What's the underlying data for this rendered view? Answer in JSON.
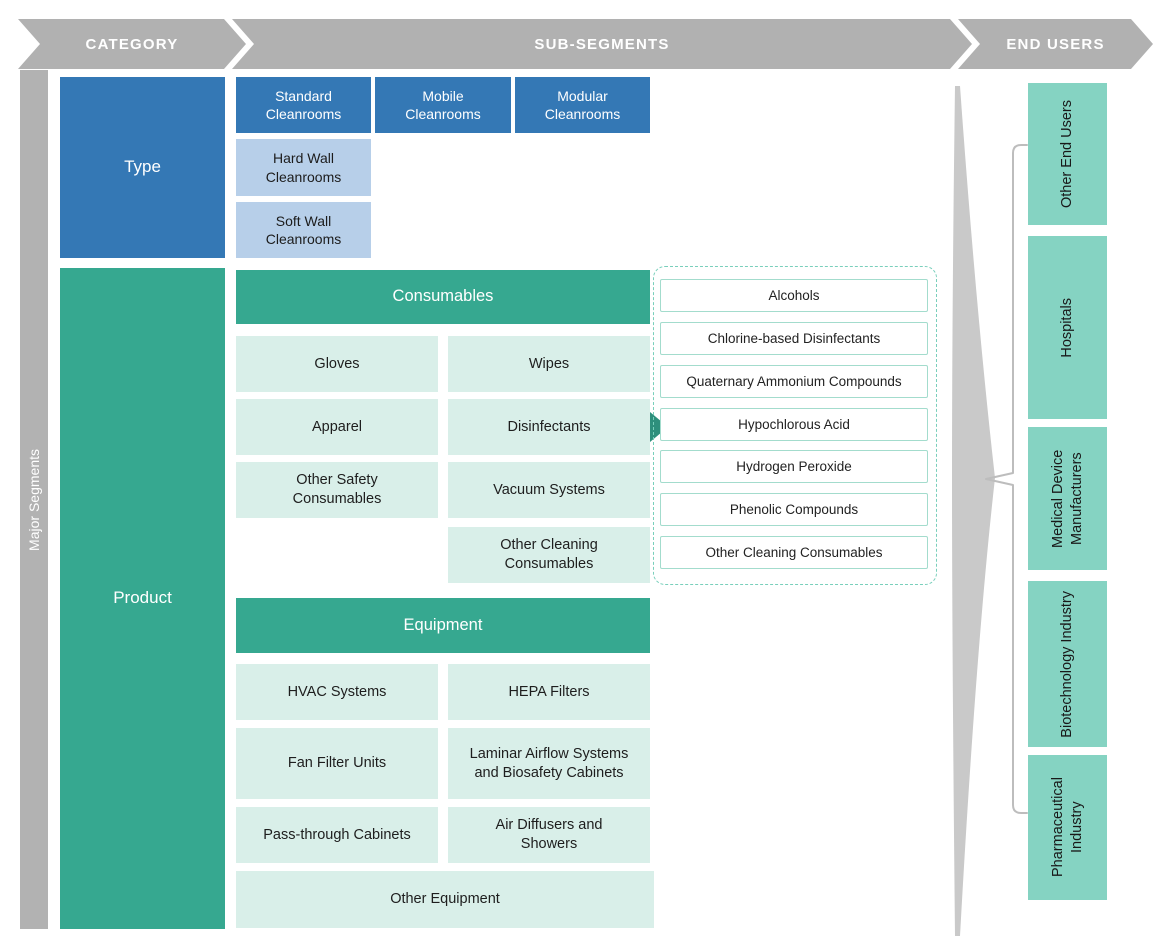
{
  "header": {
    "category": "CATEGORY",
    "sub_segments": "SUB-SEGMENTS",
    "end_users": "END USERS"
  },
  "left_rail": {
    "label": "Major Segments"
  },
  "categories": {
    "type": "Type",
    "product": "Product"
  },
  "type_segments": {
    "primary": [
      "Standard Cleanrooms",
      "Mobile Cleanrooms",
      "Modular Cleanrooms"
    ],
    "secondary": [
      "Hard Wall Cleanrooms",
      "Soft Wall Cleanrooms"
    ]
  },
  "consumables": {
    "header": "Consumables",
    "col1": [
      "Gloves",
      "Apparel",
      "Other Safety Consumables"
    ],
    "col2": [
      "Wipes",
      "Disinfectants",
      "Vacuum Systems",
      "Other Cleaning Consumables"
    ]
  },
  "disinfectant_types": [
    "Alcohols",
    "Chlorine-based Disinfectants",
    "Quaternary Ammonium Compounds",
    "Hypochlorous Acid",
    "Hydrogen Peroxide",
    "Phenolic Compounds",
    "Other Cleaning Consumables"
  ],
  "equipment": {
    "header": "Equipment",
    "col1": [
      "HVAC Systems",
      "Fan Filter Units",
      "Pass-through Cabinets"
    ],
    "col2": [
      "HEPA Filters",
      "Laminar Airflow Systems and Biosafety Cabinets",
      "Air Diffusers and Showers"
    ],
    "full_width": "Other Equipment"
  },
  "end_users": [
    "Other End Users",
    "Hospitals",
    "Medical Device Manufacturers",
    "Biotechnology Industry",
    "Pharmaceutical Industry"
  ],
  "colors": {
    "arrow_gray": "#b1b1b1",
    "rail_gray": "#b2b2b2",
    "dark_blue": "#3478b5",
    "light_blue": "#b7cfe9",
    "teal": "#36a890",
    "mint": "#d9efe9",
    "end_user_teal": "#85d3c2",
    "dashed_border": "#79cfbb",
    "pointer_teal": "#2e8f7c"
  }
}
